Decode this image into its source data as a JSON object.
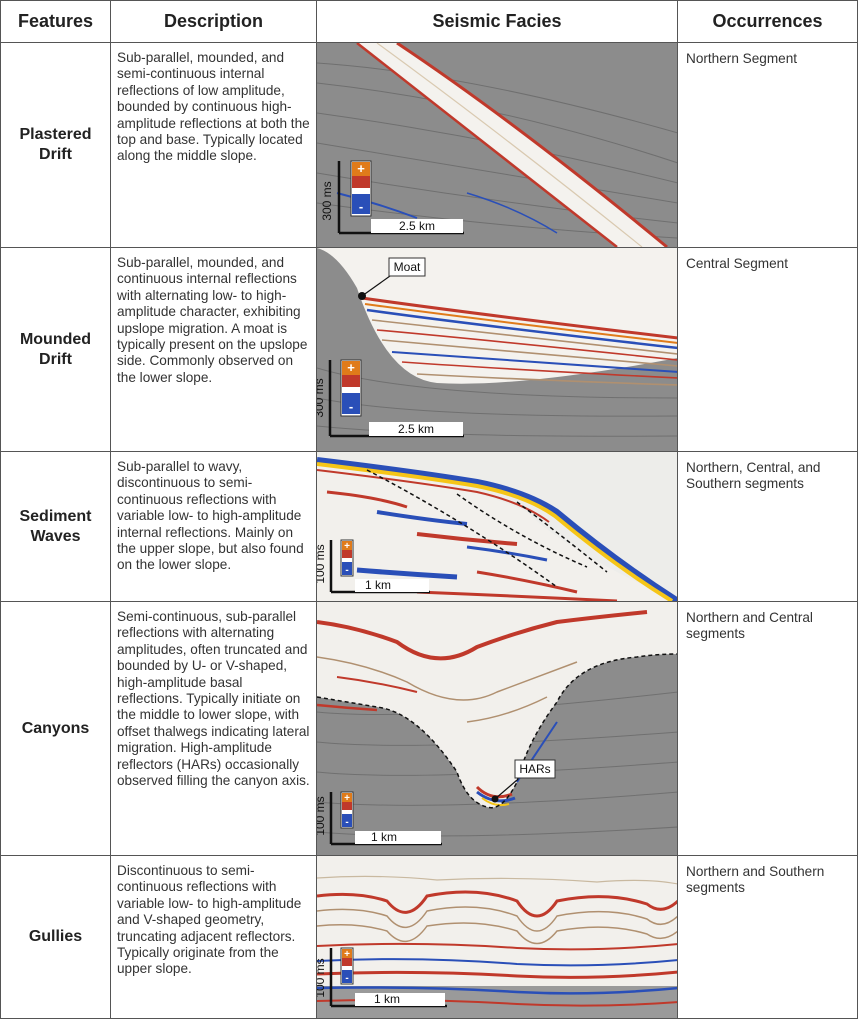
{
  "headers": [
    "Features",
    "Description",
    "Seismic Facies",
    "Occurrences"
  ],
  "rows": [
    {
      "feature": "Plastered\nDrift",
      "description": "Sub-parallel, mounded, and semi-continuous internal reflections of low amplitude, bounded by continuous high-amplitude reflections at both the top and base. Typically located along the middle slope.",
      "occurrence": "Northern Segment",
      "scale_time": "300 ms",
      "scale_dist": "2.5 km"
    },
    {
      "feature": "Mounded\nDrift",
      "description": "Sub-parallel, mounded, and continuous internal reflections with alternating low- to high-amplitude character, exhibiting upslope migration. A moat is typically present on the upslope side. Commonly observed on the lower slope.",
      "occurrence": "Central Segment",
      "scale_time": "300 ms",
      "scale_dist": "2.5 km",
      "annotation": "Moat"
    },
    {
      "feature": "Sediment\nWaves",
      "description": "Sub-parallel to wavy, discontinuous to semi-continuous reflections with variable low- to high-amplitude internal reflections. Mainly on the upper slope, but also found on the lower slope.",
      "occurrence": "Northern, Central, and Southern segments",
      "scale_time": "100 ms",
      "scale_dist": "1 km"
    },
    {
      "feature": "Canyons",
      "description": "Semi-continuous, sub-parallel reflections with alternating amplitudes, often truncated and bounded by U- or V-shaped, high-amplitude basal reflections. Typically initiate on the middle to lower slope, with offset thalwegs indicating lateral migration. High-amplitude reflectors (HARs) occasionally observed filling the canyon axis.",
      "occurrence": "Northern and Central segments",
      "scale_time": "100 ms",
      "scale_dist": "1 km",
      "annotation": "HARs"
    },
    {
      "feature": "Gullies",
      "description": "Discontinuous to semi-continuous reflections with variable low- to high-amplitude and V-shaped geometry, truncating adjacent reflectors. Typically originate from the upper slope.",
      "occurrence": "Northern and Southern segments",
      "scale_time": "100 ms",
      "scale_dist": "1 km"
    }
  ],
  "colorbar": {
    "plus": "+",
    "minus": "-"
  },
  "colors": {
    "positive": "#c0392b",
    "negative": "#2a4fb8",
    "peak": "#f5c518",
    "background": "#8a8a8a"
  }
}
